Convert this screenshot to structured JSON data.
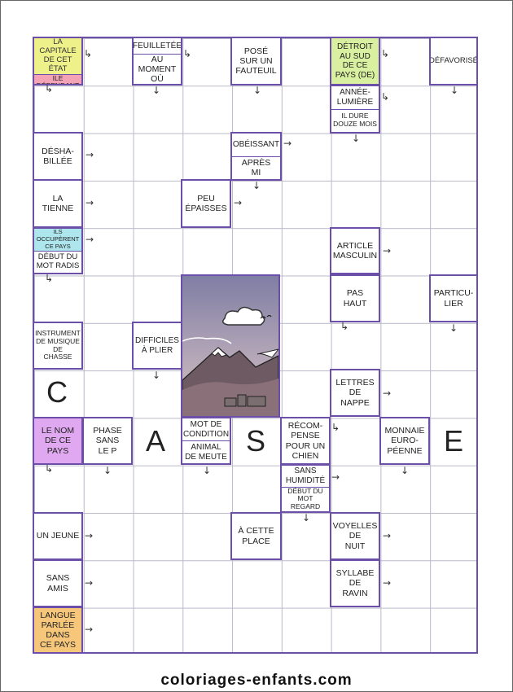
{
  "clues": {
    "c1a": "LA CAPITALE\nDE CET ÉTAT",
    "c1b": "ILE DÉPENDANT\nDE CE PAYS",
    "c2a": "FEUILLETÉE",
    "c2b": "AU\nMOMENT OÙ",
    "c3": "POSÉ\nSUR UN\nFAUTEUIL",
    "c4": "DÉTROIT\nAU SUD\nDE CE\nPAYS (DE)",
    "c5": "DÉFAVORISÉ",
    "c6a": "ANNÉE-\nLUMIÈRE",
    "c6b": "IL DURE\nDOUZE MOIS",
    "c7": "DÉSHA-\nBILLÉE",
    "c8a": "OBÉISSANT",
    "c8b": "APRÈS\nMI",
    "c9": "LA\nTIENNE",
    "c10": "PEU\nÉPAISSES",
    "c11a": "ILS OCCUPÈRENT\nCE PAYS",
    "c11b": "DÉBUT DU\nMOT RADIS",
    "c12": "ARTICLE\nMASCULIN",
    "c13": "PAS\nHAUT",
    "c14": "PARTICU-\nLIER",
    "c15": "INSTRUMENT\nDE MUSIQUE\nDE\nCHASSE",
    "c16": "DIFFICILES\nÀ PLIER",
    "c17": "LETTRES\nDE\nNAPPE",
    "c18": "LE NOM\nDE CE\nPAYS",
    "c19": "PHASE\nSANS\nLE P",
    "c20a": "MOT DE\nCONDITION",
    "c20b": "ANIMAL\nDE MEUTE",
    "c21": "RÉCOM-\nPENSE\nPOUR UN\nCHIEN",
    "c22": "MONNAIE\nEURO-\nPÉENNE",
    "c23a": "SANS\nHUMIDITÉ",
    "c23b": "DÉBUT DU\nMOT REGARD",
    "c24": "UN JEUNE",
    "c25": "À CETTE\nPLACE",
    "c26": "VOYELLES\nDE\nNUIT",
    "c27": "SANS\nAMIS",
    "c28": "SYLLABE\nDE\nRAVIN",
    "c29": "LANGUE\nPARLÉE\nDANS\nCE PAYS"
  },
  "letters": {
    "l1": "C",
    "l2": "A",
    "l3": "S",
    "l4": "E"
  },
  "colors": {
    "border": "#6b4fa8",
    "yellow": "#eef08a",
    "pink": "#f3a3b5",
    "lime": "#d9f0a0",
    "cyan": "#aee6ee",
    "violet": "#e0a8f0",
    "orange": "#f6c77a"
  },
  "footer": "coloriages-enfants.com"
}
